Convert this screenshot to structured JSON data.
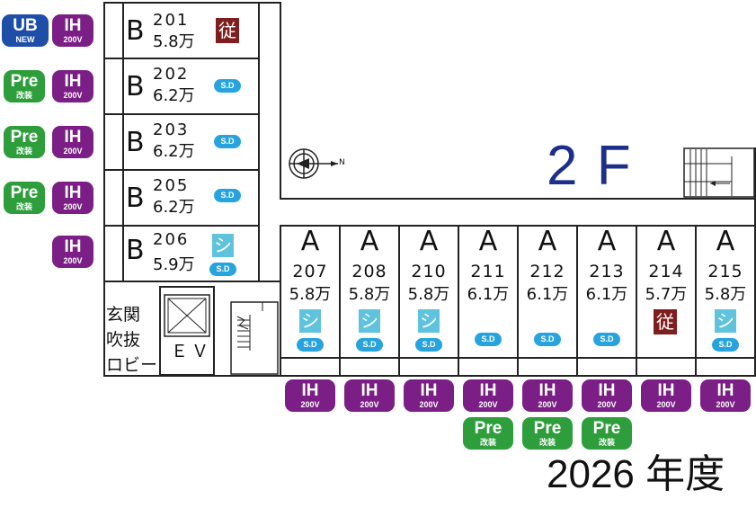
{
  "floor_label": "2 F",
  "year_label": "2026 年度",
  "lobby_label": [
    "玄関",
    "吹抜",
    "ロビー"
  ],
  "ev_label": "ＥＶ",
  "compass_label": "N",
  "badges": {
    "ih": {
      "big": "IH",
      "small": "200V"
    },
    "pre": {
      "big": "Pre",
      "small": "改装"
    },
    "ub": {
      "big": "UB",
      "small": "NEW"
    },
    "sd": "S.D",
    "shi": "シ",
    "ju": "従"
  },
  "rooms_b": [
    {
      "type": "B",
      "number": "201",
      "price": "5.8万"
    },
    {
      "type": "B",
      "number": "202",
      "price": "6.2万"
    },
    {
      "type": "B",
      "number": "203",
      "price": "6.2万"
    },
    {
      "type": "B",
      "number": "205",
      "price": "6.2万"
    },
    {
      "type": "B",
      "number": "206",
      "price": "5.9万"
    }
  ],
  "rooms_a": [
    {
      "type": "A",
      "number": "207",
      "price": "5.8万"
    },
    {
      "type": "A",
      "number": "208",
      "price": "5.8万"
    },
    {
      "type": "A",
      "number": "210",
      "price": "5.8万"
    },
    {
      "type": "A",
      "number": "211",
      "price": "6.1万"
    },
    {
      "type": "A",
      "number": "212",
      "price": "6.1万"
    },
    {
      "type": "A",
      "number": "213",
      "price": "6.1万"
    },
    {
      "type": "A",
      "number": "214",
      "price": "5.7万"
    },
    {
      "type": "A",
      "number": "215",
      "price": "5.8万"
    }
  ],
  "colors": {
    "ih": "#7b1f86",
    "pre": "#2e9e3c",
    "ub": "#1f4ea8",
    "sd": "#27a4de",
    "shi": "#5fc3dd",
    "ju": "#7e1e1e",
    "floor": "#1d2f8a"
  }
}
